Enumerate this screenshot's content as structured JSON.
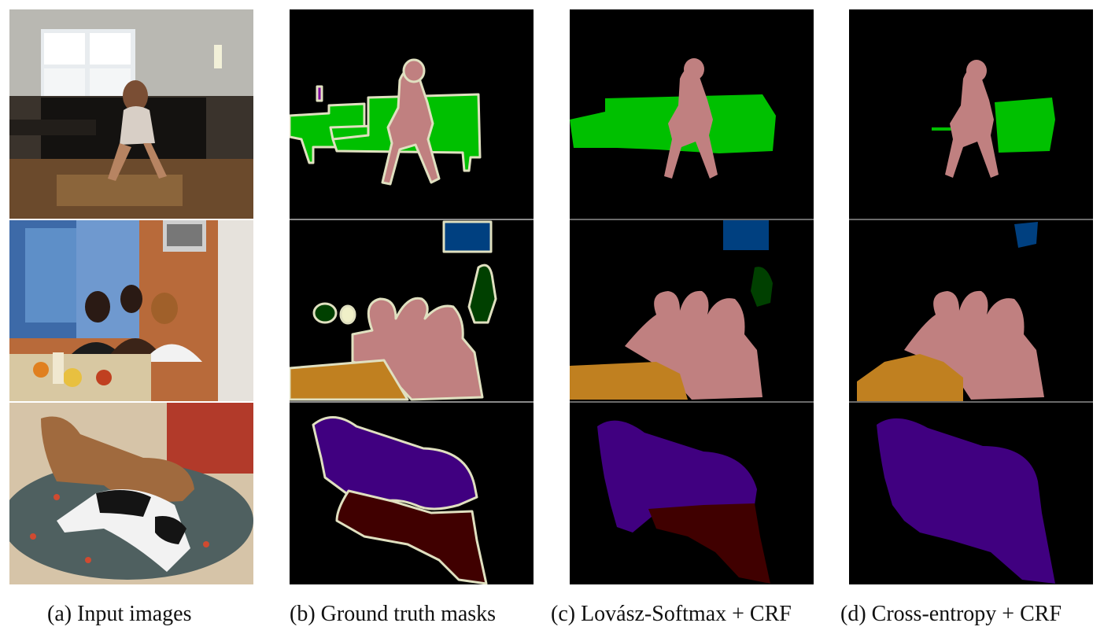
{
  "figure": {
    "columns": [
      {
        "id": "input",
        "caption": "(a) Input images"
      },
      {
        "id": "gt",
        "caption": "(b) Ground truth masks"
      },
      {
        "id": "lovasz",
        "caption": "(c) Lovász-Softmax + CRF"
      },
      {
        "id": "ce",
        "caption": "(d) Cross-entropy + CRF"
      }
    ],
    "rows": [
      "living-room-person-sofa",
      "family-dinner-table",
      "dog-and-cat-on-cushion"
    ],
    "colors": {
      "background": "#000000",
      "sofa": "#00c000",
      "person": "#c08080",
      "bottle": "#8000a0",
      "tvmonitor": "#004080",
      "pottedplant": "#004000",
      "diningtable": "#c08020",
      "dog": "#400080",
      "cat": "#400000",
      "boundary": "#e0e0c0"
    }
  }
}
